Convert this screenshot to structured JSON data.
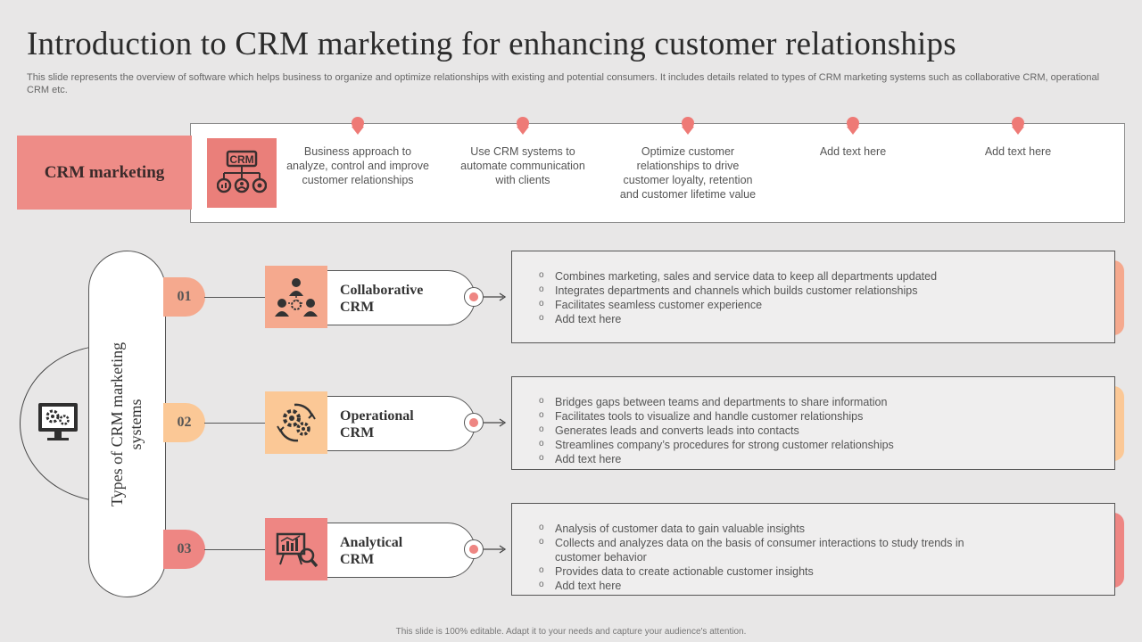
{
  "title": "Introduction to CRM marketing for enhancing customer relationships",
  "subtitle": "This slide represents the overview of software which helps business to organize and optimize relationships with existing and potential consumers. It includes details related to types of CRM marketing systems such as collaborative CRM, operational CRM etc.",
  "crm_marketing": {
    "label": "CRM marketing",
    "icon_text": "CRM",
    "points": [
      "Business approach to analyze, control and improve customer relationships",
      "Use CRM systems to automate communication with clients",
      "Optimize customer relationships to drive customer loyalty, retention and customer lifetime value",
      "Add text here",
      "Add text here"
    ]
  },
  "types_heading": "Types of CRM marketing systems",
  "types": [
    {
      "number": "01",
      "name": "Collaborative CRM",
      "color": "#f5a98e",
      "bullets": [
        "Combines marketing, sales and service data to keep all departments updated",
        "Integrates departments and channels which builds customer relationships",
        "Facilitates seamless customer experience",
        "Add text here"
      ]
    },
    {
      "number": "02",
      "name": "Operational CRM",
      "color": "#fbc896",
      "bullets": [
        "Bridges gaps between teams and departments to share information",
        "Facilitates tools to visualize and handle customer relationships",
        "Generates leads and converts leads into contacts",
        "Streamlines company’s procedures for strong customer relationships",
        "Add text here"
      ]
    },
    {
      "number": "03",
      "name": "Analytical CRM",
      "color": "#ee8683",
      "bullets": [
        "Analysis of customer data to gain valuable insights",
        "Collects and analyzes data on the basis of consumer interactions to study trends in customer behavior",
        "Provides data to create actionable customer insights",
        "Add text here"
      ]
    }
  ],
  "footer": "This slide is 100% editable. Adapt it to your needs and capture your audience's attention."
}
